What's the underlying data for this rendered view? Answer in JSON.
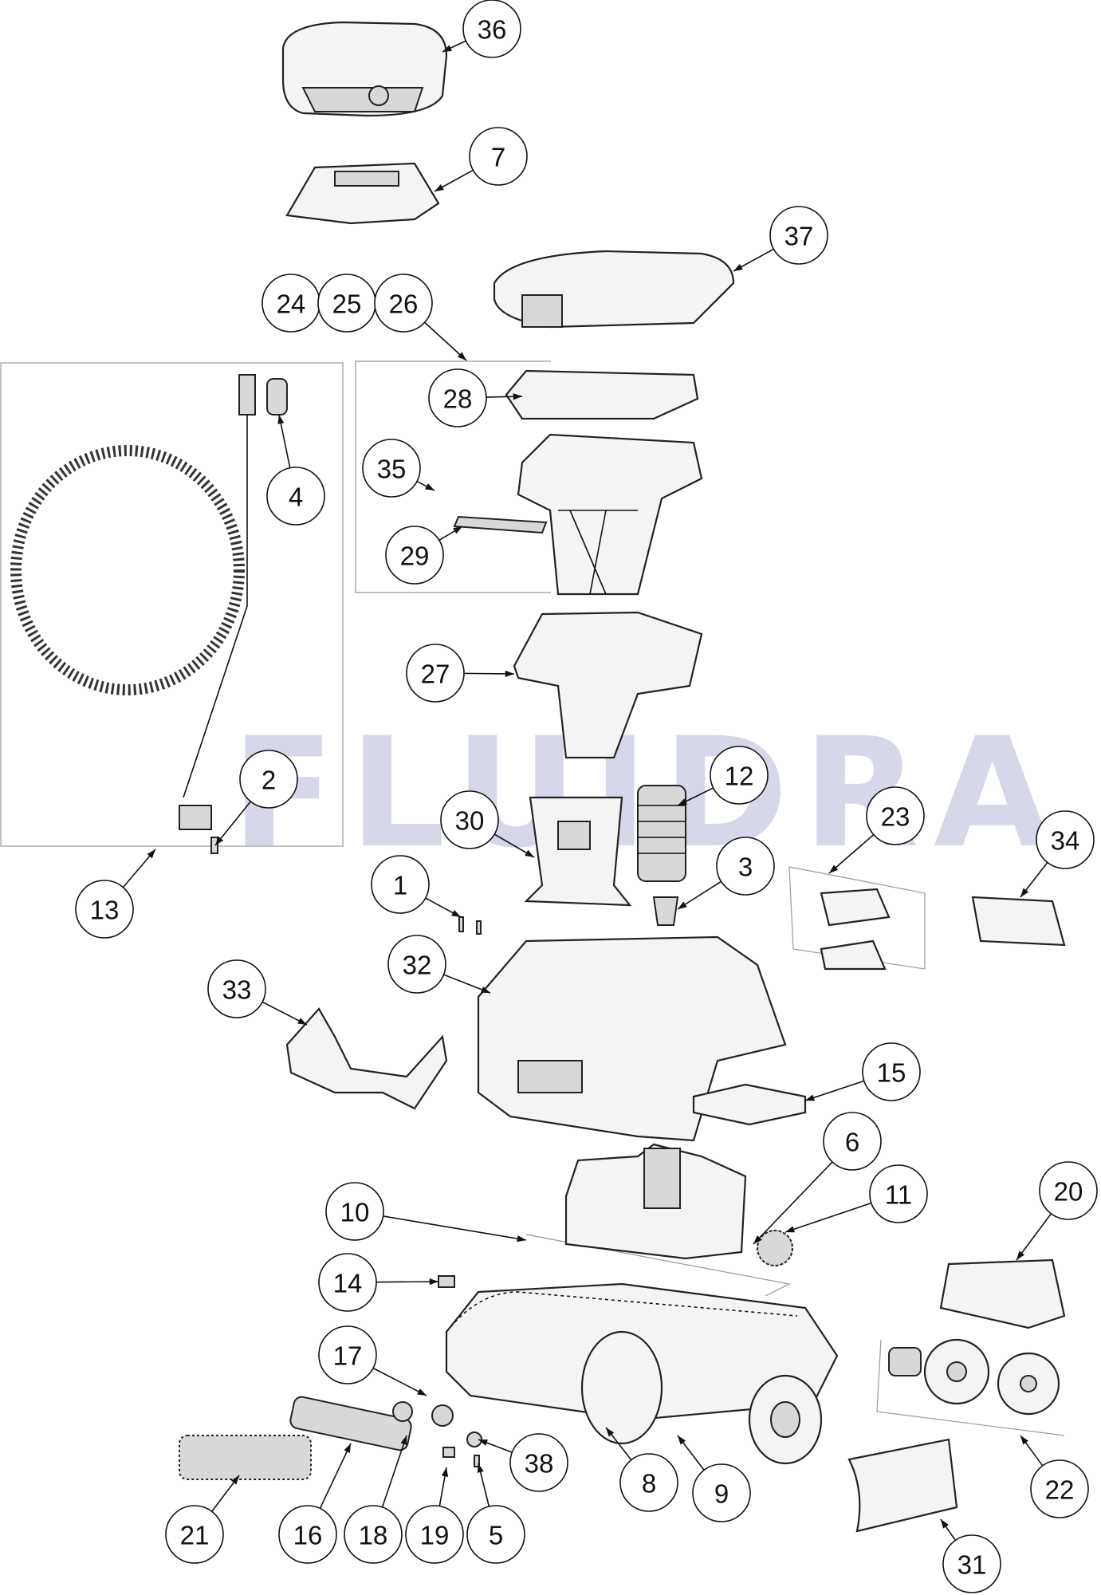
{
  "watermark": "FLUIDRA",
  "callouts": [
    "36",
    "7",
    "37",
    "24",
    "25",
    "26",
    "28",
    "35",
    "29",
    "4",
    "27",
    "12",
    "2",
    "30",
    "23",
    "34",
    "3",
    "1",
    "13",
    "32",
    "33",
    "15",
    "6",
    "11",
    "20",
    "10",
    "14",
    "17",
    "38",
    "8",
    "9",
    "22",
    "21",
    "16",
    "18",
    "19",
    "5",
    "31"
  ]
}
